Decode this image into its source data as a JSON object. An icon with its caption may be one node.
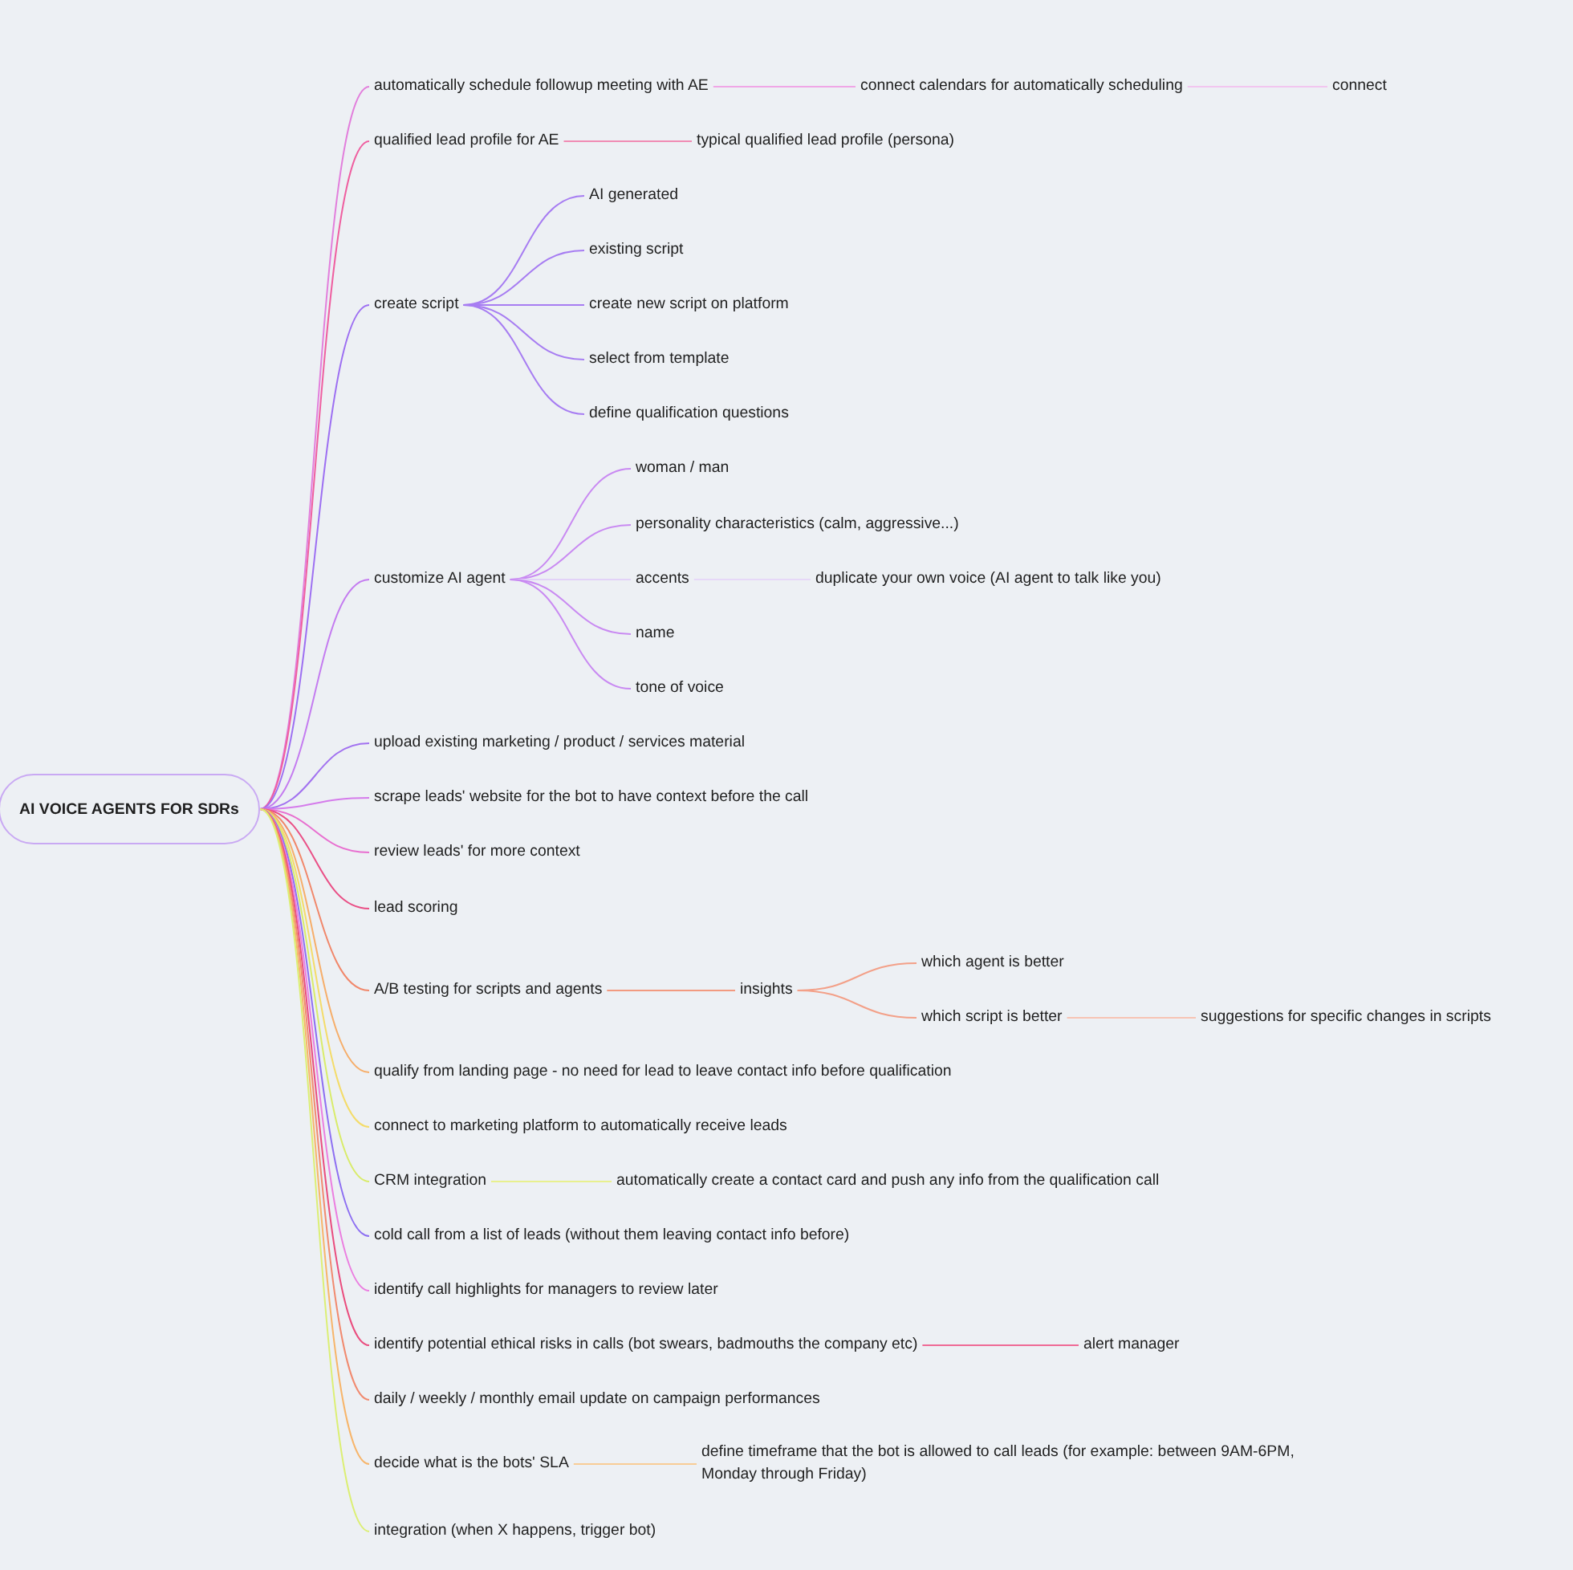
{
  "diagram": {
    "nodes": [
      {
        "text": [
          "AI VOICE AGENTS FOR SDRs"
        ]
      },
      {
        "text": [
          "automatically schedule followup meeting with AE"
        ]
      },
      {
        "text": [
          "connect calendars for automatically scheduling"
        ]
      },
      {
        "text": [
          "connect"
        ]
      },
      {
        "text": [
          "qualified lead profile for AE"
        ]
      },
      {
        "text": [
          "typical qualified lead profile (persona)"
        ]
      },
      {
        "text": [
          "create script"
        ]
      },
      {
        "text": [
          "AI generated"
        ]
      },
      {
        "text": [
          "existing script"
        ]
      },
      {
        "text": [
          "create new script on platform"
        ]
      },
      {
        "text": [
          "select from template"
        ]
      },
      {
        "text": [
          "define qualification questions"
        ]
      },
      {
        "text": [
          "customize AI agent"
        ]
      },
      {
        "text": [
          "woman / man"
        ]
      },
      {
        "text": [
          "personality characteristics (calm, aggressive...)"
        ]
      },
      {
        "text": [
          "accents"
        ]
      },
      {
        "text": [
          "duplicate your own voice (AI agent to talk like you)"
        ]
      },
      {
        "text": [
          "name"
        ]
      },
      {
        "text": [
          "tone of voice"
        ]
      },
      {
        "text": [
          "upload existing marketing / product / services material"
        ]
      },
      {
        "text": [
          "scrape leads' website for the bot to have context before the call"
        ]
      },
      {
        "text": [
          "review leads' for more context"
        ]
      },
      {
        "text": [
          "lead scoring"
        ]
      },
      {
        "text": [
          "A/B testing for scripts and agents"
        ]
      },
      {
        "text": [
          "insights"
        ]
      },
      {
        "text": [
          "which agent is better"
        ]
      },
      {
        "text": [
          "which script is better"
        ]
      },
      {
        "text": [
          "suggestions for specific changes in scripts"
        ]
      },
      {
        "text": [
          "qualify from landing page - no need for lead to leave contact info before qualification"
        ]
      },
      {
        "text": [
          "connect to marketing platform to automatically receive leads"
        ]
      },
      {
        "text": [
          "CRM integration"
        ]
      },
      {
        "text": [
          "automatically create a contact card and push any info from the qualification call"
        ]
      },
      {
        "text": [
          "cold call from a list of leads (without them leaving contact info before)"
        ]
      },
      {
        "text": [
          "identify call highlights for managers to review later"
        ]
      },
      {
        "text": [
          "identify potential ethical risks in calls (bot swears, badmouths the company etc)"
        ]
      },
      {
        "text": [
          "alert manager"
        ]
      },
      {
        "text": [
          "daily / weekly / monthly email update on campaign performances"
        ]
      },
      {
        "text": [
          "decide what is the bots' SLA"
        ]
      },
      {
        "text": [
          "define timeframe that the bot is allowed to call leads (for example: between 9AM-6PM, Monday through Friday)"
        ]
      },
      {
        "text": [
          "integration (when X happens, trigger bot)"
        ]
      }
    ],
    "edges": [
      {
        "from": 0,
        "to": 1,
        "arrow": "none",
        "color": "#e27fdc"
      },
      {
        "from": 1,
        "to": 2,
        "arrow": "none",
        "color": "#f0a6e6"
      },
      {
        "from": 2,
        "to": 3,
        "arrow": "none",
        "color": "#f2c6ef"
      },
      {
        "from": 0,
        "to": 4,
        "arrow": "none",
        "color": "#ef5fa0"
      },
      {
        "from": 4,
        "to": 5,
        "arrow": "none",
        "color": "#f08cb4"
      },
      {
        "from": 0,
        "to": 6,
        "arrow": "none",
        "color": "#9d6ff2"
      },
      {
        "from": 6,
        "to": 7,
        "arrow": "none",
        "color": "#a77df2"
      },
      {
        "from": 6,
        "to": 8,
        "arrow": "none",
        "color": "#a77df2"
      },
      {
        "from": 6,
        "to": 9,
        "arrow": "none",
        "color": "#a77df2"
      },
      {
        "from": 6,
        "to": 10,
        "arrow": "none",
        "color": "#a77df2"
      },
      {
        "from": 6,
        "to": 11,
        "arrow": "none",
        "color": "#a77df2"
      },
      {
        "from": 0,
        "to": 12,
        "arrow": "none",
        "color": "#c47cf0"
      },
      {
        "from": 12,
        "to": 13,
        "arrow": "none",
        "color": "#c98af2"
      },
      {
        "from": 12,
        "to": 14,
        "arrow": "none",
        "color": "#c98af2"
      },
      {
        "from": 12,
        "to": 15,
        "arrow": "none",
        "color": "#e2d2f8"
      },
      {
        "from": 15,
        "to": 16,
        "arrow": "none",
        "color": "#e6d8f8"
      },
      {
        "from": 12,
        "to": 17,
        "arrow": "none",
        "color": "#c98af2"
      },
      {
        "from": 12,
        "to": 18,
        "arrow": "none",
        "color": "#c98af2"
      },
      {
        "from": 0,
        "to": 19,
        "arrow": "none",
        "color": "#a272f0"
      },
      {
        "from": 0,
        "to": 20,
        "arrow": "none",
        "color": "#d57ceb"
      },
      {
        "from": 0,
        "to": 21,
        "arrow": "none",
        "color": "#e86fd0"
      },
      {
        "from": 0,
        "to": 22,
        "arrow": "none",
        "color": "#ea4f86"
      },
      {
        "from": 0,
        "to": 23,
        "arrow": "none",
        "color": "#f1876a"
      },
      {
        "from": 23,
        "to": 24,
        "arrow": "none",
        "color": "#f29a80"
      },
      {
        "from": 24,
        "to": 25,
        "arrow": "none",
        "color": "#f3a088"
      },
      {
        "from": 24,
        "to": 26,
        "arrow": "none",
        "color": "#f3a088"
      },
      {
        "from": 26,
        "to": 27,
        "arrow": "none",
        "color": "#f7c4b4"
      },
      {
        "from": 0,
        "to": 28,
        "arrow": "none",
        "color": "#f6ae6a"
      },
      {
        "from": 0,
        "to": 29,
        "arrow": "none",
        "color": "#f4dc6a"
      },
      {
        "from": 0,
        "to": 30,
        "arrow": "none",
        "color": "#d9ec6a"
      },
      {
        "from": 30,
        "to": 31,
        "arrow": "none",
        "color": "#e8f08e"
      },
      {
        "from": 0,
        "to": 32,
        "arrow": "none",
        "color": "#8d6ff2"
      },
      {
        "from": 0,
        "to": 33,
        "arrow": "none",
        "color": "#eb7ee0"
      },
      {
        "from": 0,
        "to": 34,
        "arrow": "none",
        "color": "#ea4d7e"
      },
      {
        "from": 34,
        "to": 35,
        "arrow": "none",
        "color": "#ef6a95"
      },
      {
        "from": 0,
        "to": 36,
        "arrow": "none",
        "color": "#f18a6f"
      },
      {
        "from": 0,
        "to": 37,
        "arrow": "none",
        "color": "#f7b56a"
      },
      {
        "from": 37,
        "to": 38,
        "arrow": "none",
        "color": "#f8cc96"
      },
      {
        "from": 0,
        "to": 39,
        "arrow": "none",
        "color": "#dcef74"
      }
    ]
  }
}
